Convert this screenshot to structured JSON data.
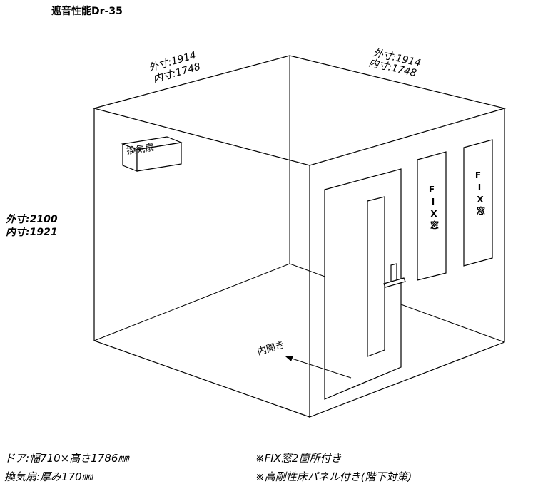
{
  "title": "遮音性能Dr-35",
  "dimensions": {
    "left_width_outer": "外寸:1914",
    "left_width_inner": "内寸:1748",
    "right_width_outer": "外寸:1914",
    "right_width_inner": "内寸:1748",
    "height_outer": "外寸:2100",
    "height_inner": "内寸:1921"
  },
  "labels": {
    "fan": "換気扇",
    "door_open": "内開き",
    "fix_window_1": [
      "F",
      "I",
      "X",
      "窓"
    ],
    "fix_window_2": [
      "F",
      "I",
      "X",
      "窓"
    ]
  },
  "notes": {
    "door": "ドア:幅710×高さ1786㎜",
    "fan": "換気扇:厚み170㎜",
    "fix": "※FIX窓2箇所付き",
    "floor": "※高剛性床パネル付き(階下対策)"
  }
}
